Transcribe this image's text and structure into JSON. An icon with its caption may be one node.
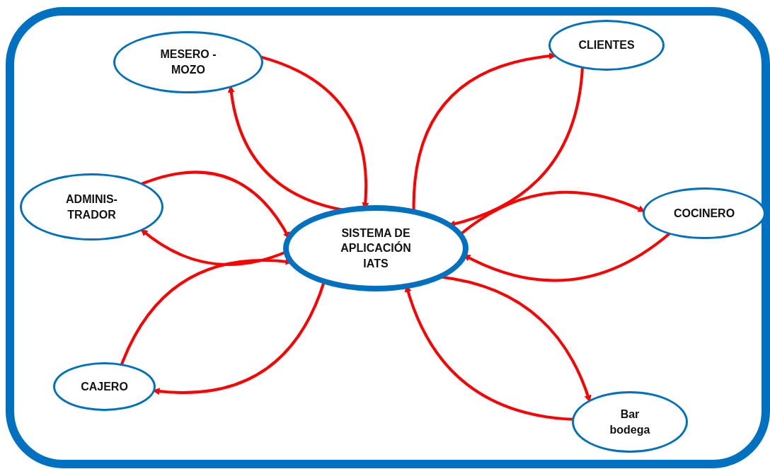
{
  "diagram": {
    "nodes": [
      {
        "text": [
          "MESERO - MOZO"
        ]
      },
      {
        "text": [
          "CLIENTES"
        ]
      },
      {
        "text": [
          "ADMINIS- TRADOR"
        ]
      },
      {
        "text": [
          "SISTEMA DE APLICACIÓN IATS"
        ]
      },
      {
        "text": [
          "COCINERO"
        ]
      },
      {
        "text": [
          "CAJERO"
        ]
      },
      {
        "text": [
          "Bar bodega"
        ]
      }
    ],
    "edges": [
      {
        "from": 0,
        "to": 3,
        "arrow": "to"
      },
      {
        "from": 3,
        "to": 0,
        "arrow": "to"
      },
      {
        "from": 3,
        "to": 1,
        "arrow": "to"
      },
      {
        "from": 1,
        "to": 3,
        "arrow": "to"
      },
      {
        "from": 2,
        "to": 3,
        "arrow": "to"
      },
      {
        "from": 3,
        "to": 2,
        "arrow": "to"
      },
      {
        "from": 5,
        "to": 3,
        "arrow": "to"
      },
      {
        "from": 3,
        "to": 5,
        "arrow": "to"
      },
      {
        "from": 3,
        "to": 4,
        "arrow": "to"
      },
      {
        "from": 4,
        "to": 3,
        "arrow": "to"
      },
      {
        "from": 3,
        "to": 6,
        "arrow": "to"
      },
      {
        "from": 6,
        "to": 3,
        "arrow": "to"
      }
    ]
  }
}
